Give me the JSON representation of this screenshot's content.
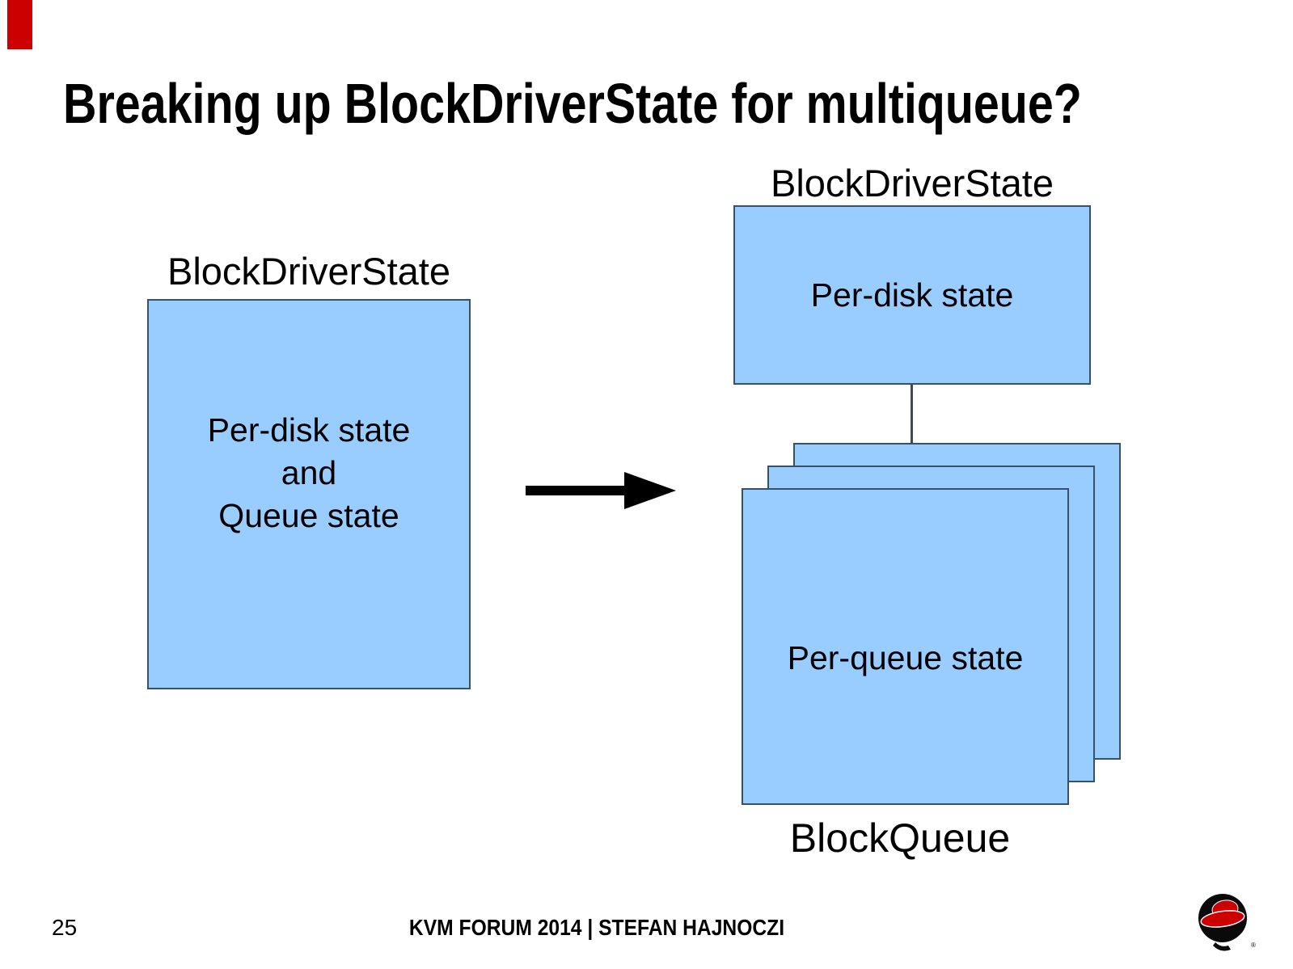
{
  "slide": {
    "title": "Breaking up BlockDriverState for multiqueue?",
    "page_number": "25",
    "footer_text": "KVM FORUM 2014 | STEFAN HAJNOCZI"
  },
  "left_diagram": {
    "label": "BlockDriverState",
    "lines": [
      "Per-disk state",
      "and",
      "Queue state"
    ]
  },
  "right_diagram": {
    "label": "BlockDriverState",
    "disk_text": "Per-disk state",
    "queue_text": "Per-queue state",
    "queue_label": "BlockQueue"
  },
  "icons": {
    "ribbon": "redhat-red-ribbon",
    "logo": "redhat-shadowman-logo"
  },
  "colors": {
    "box_fill": "#99CCFF",
    "box_border": "#355269",
    "accent_red": "#CC0000",
    "arrow_black": "#000000"
  }
}
